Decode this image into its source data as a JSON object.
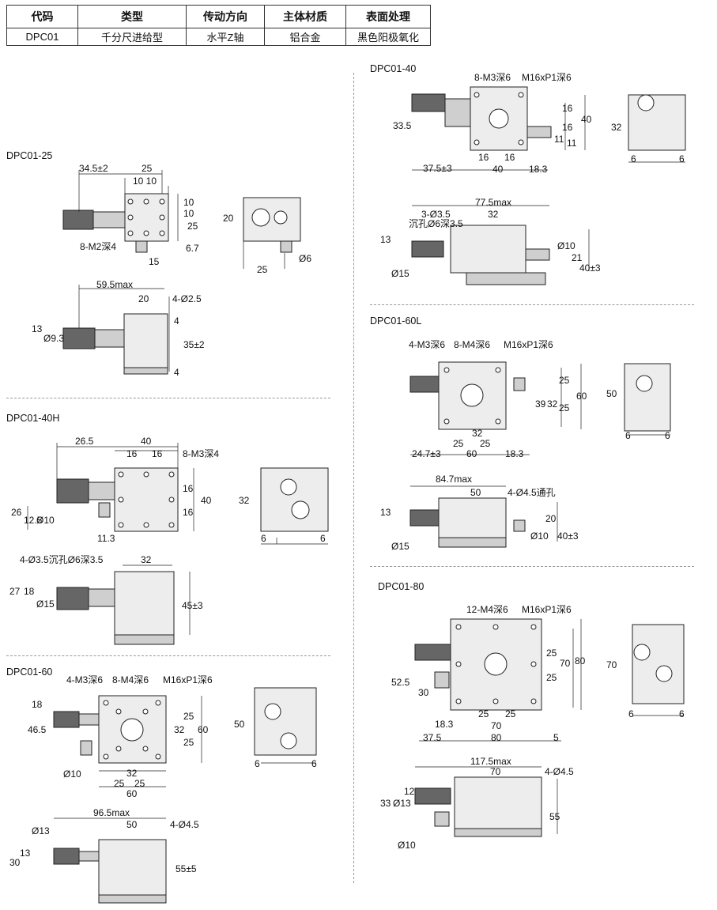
{
  "spec_table": {
    "headers": [
      "代码",
      "类型",
      "传动方向",
      "主体材质",
      "表面处理"
    ],
    "row": [
      "DPC01",
      "千分尺进给型",
      "水平Z轴",
      "铝合金",
      "黑色阳极氧化"
    ]
  },
  "sections": [
    {
      "id": "dpc01-25",
      "title": "DPC01-25",
      "labels": [
        "34.5±2",
        "25",
        "10 10",
        "10",
        "10",
        "25",
        "20",
        "8-M2深4",
        "6.7",
        "15",
        "25",
        "Ø6",
        "59.5max",
        "20",
        "4-Ø2.5",
        "13",
        "Ø9.3",
        "4",
        "35±2",
        "4"
      ]
    },
    {
      "id": "dpc01-40h",
      "title": "DPC01-40H",
      "labels": [
        "26.5",
        "40",
        "16",
        "16",
        "8-M3深4",
        "16",
        "16",
        "40",
        "26",
        "12.5",
        "Ø10",
        "11.3",
        "32",
        "6",
        "6",
        "4-Ø3.5沉孔Ø6深3.5",
        "32",
        "27",
        "18",
        "Ø15",
        "45±3"
      ]
    },
    {
      "id": "dpc01-60",
      "title": "DPC01-60",
      "labels": [
        "4-M3深6",
        "8-M4深6",
        "M16xP1深6",
        "18",
        "46.5",
        "25",
        "32",
        "25",
        "60",
        "Ø10",
        "32",
        "25",
        "25",
        "60",
        "50",
        "6",
        "6",
        "96.5max",
        "50",
        "4-Ø4.5",
        "Ø13",
        "13",
        "30",
        "55±5"
      ]
    },
    {
      "id": "dpc01-40",
      "title": "DPC01-40",
      "labels": [
        "8-M3深6",
        "M16xP1深6",
        "33.5",
        "16",
        "16",
        "40",
        "11",
        "11",
        "37.5±3",
        "16",
        "16",
        "40",
        "18.3",
        "32",
        "6",
        "6",
        "77.5max",
        "3-Ø3.5",
        "32",
        "沉孔Ø6深3.5",
        "13",
        "Ø15",
        "Ø10",
        "21",
        "40±3"
      ]
    },
    {
      "id": "dpc01-60l",
      "title": "DPC01-60L",
      "labels": [
        "4-M3深6",
        "8-M4深6",
        "M16xP1深6",
        "25",
        "39",
        "32",
        "25",
        "60",
        "32",
        "25",
        "25",
        "24.7±3",
        "60",
        "18.3",
        "50",
        "6",
        "6",
        "84.7max",
        "50",
        "4-Ø4.5通孔",
        "13",
        "Ø15",
        "20",
        "Ø10",
        "40±3"
      ]
    },
    {
      "id": "dpc01-80",
      "title": "DPC01-80",
      "labels": [
        "12-M4深6",
        "M16xP1深6",
        "52.5",
        "30",
        "25",
        "25",
        "70",
        "80",
        "18.3",
        "25",
        "25",
        "37.5",
        "70",
        "80",
        "5",
        "70",
        "6",
        "6",
        "117.5max",
        "70",
        "4-Ø4.5",
        "33",
        "Ø13",
        "12",
        "Ø10",
        "55"
      ]
    }
  ]
}
